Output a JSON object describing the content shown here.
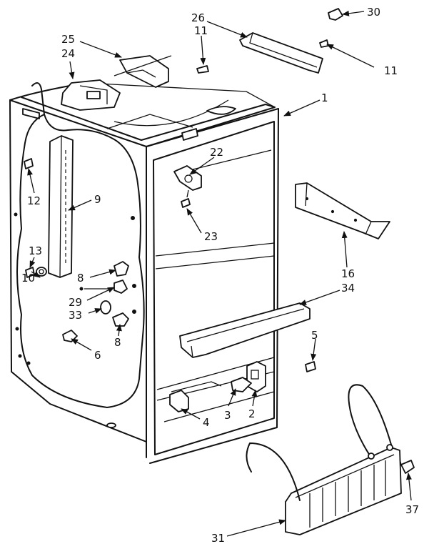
{
  "callouts": {
    "c30": "30",
    "c26": "26",
    "c11a": "11",
    "c11b": "11",
    "c25": "25",
    "c24": "24",
    "c1": "1",
    "c22": "22",
    "c23": "23",
    "c12": "12",
    "c9": "9",
    "c16": "16",
    "c34": "34",
    "c13": "13",
    "c10": "10",
    "c8a": "8",
    "c29": "29",
    "c33": "33",
    "c8b": "8",
    "c6": "6",
    "c5": "5",
    "c3": "3",
    "c2": "2",
    "c4": "4",
    "c37": "37",
    "c31": "31"
  },
  "colors": {
    "ink": "#111111",
    "paper": "#ffffff"
  }
}
